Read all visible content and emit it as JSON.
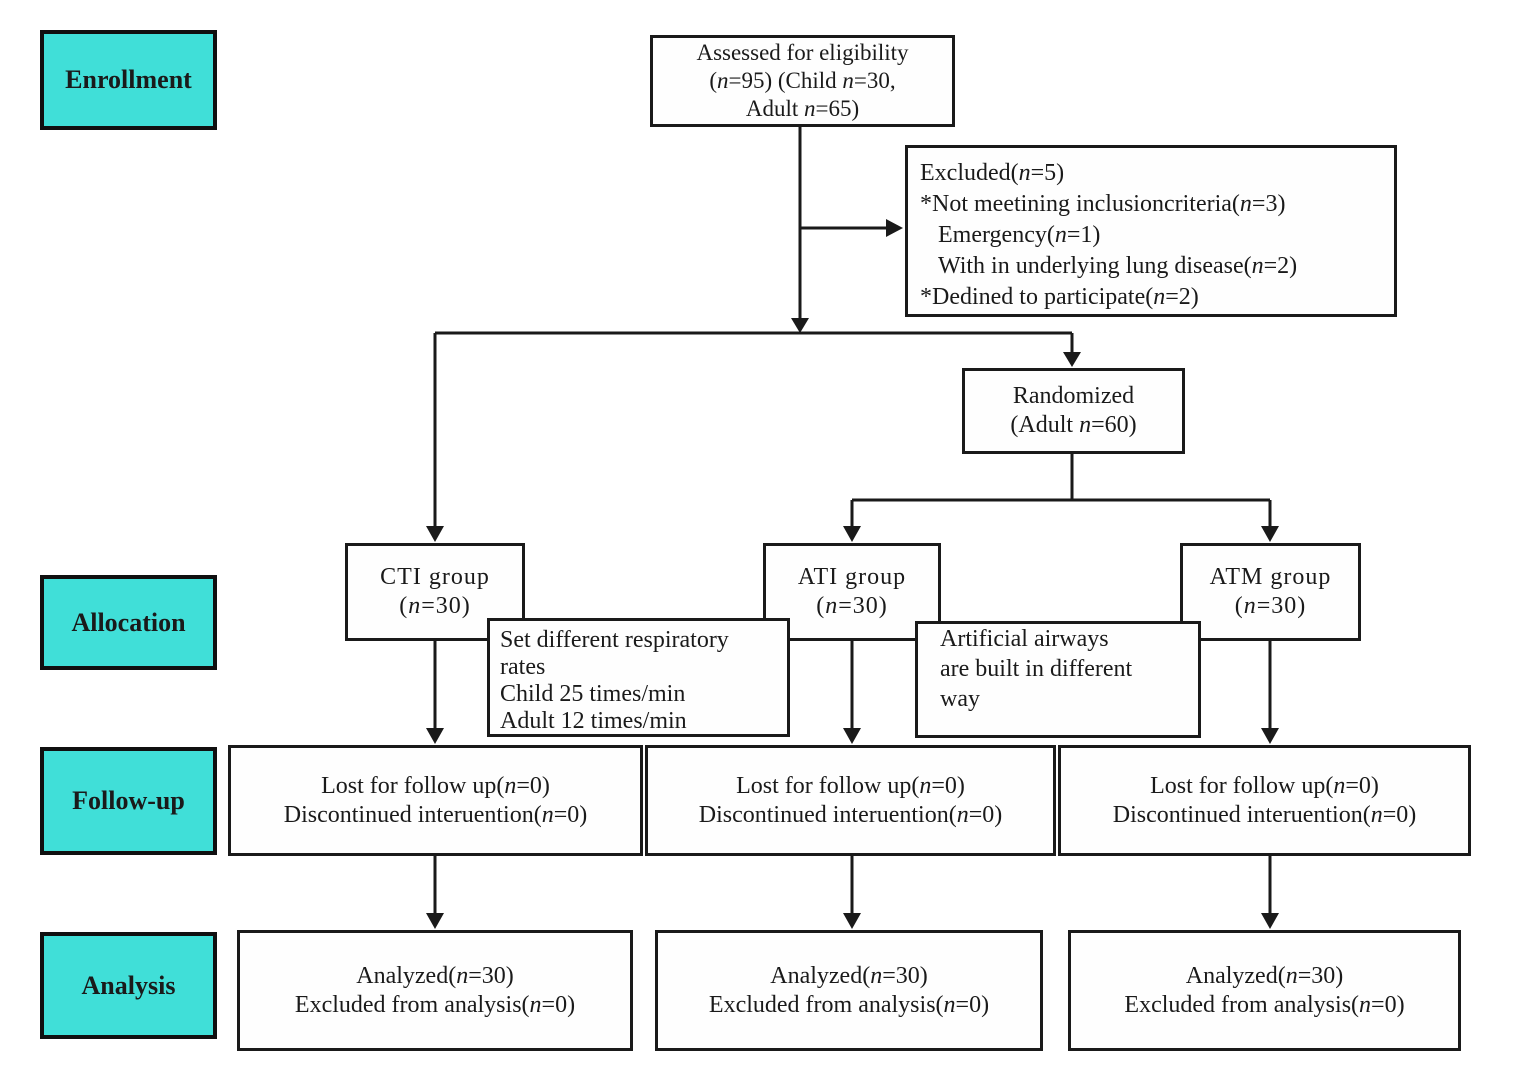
{
  "colors": {
    "stage_fill": "#40dfd8",
    "stage_border": "#101010",
    "line": "#1a1a1a",
    "box_border": "#1a1a1a",
    "box_bg": "#fefefe",
    "text": "#1a1a1a"
  },
  "stages": {
    "enrollment": "Enrollment",
    "allocation": "Allocation",
    "followup": "Follow-up",
    "analysis": "Analysis"
  },
  "boxes": {
    "assessed": {
      "lines": [
        "Assessed for eligibility",
        "(n=95) (Child n=30,",
        "Adult n=65)"
      ]
    },
    "excluded": {
      "lines": [
        "Excluded(n=5)",
        "*Not meetining inclusioncriteria(n=3)",
        "   Emergency(n=1)",
        "   With in underlying lung disease(n=2)",
        "*Dedined to participate(n=2)"
      ]
    },
    "randomized": {
      "lines": [
        "Randomized",
        "(Adult n=60)"
      ]
    },
    "cti_group": {
      "lines": [
        "CTI group",
        "(n=30)"
      ]
    },
    "ati_group": {
      "lines": [
        "ATI group",
        "(n=30)"
      ]
    },
    "atm_group": {
      "lines": [
        "ATM group",
        "(n=30)"
      ]
    },
    "respiratory_note": {
      "lines": [
        "Set different respiratory",
        "rates",
        "Child 25 times/min",
        "Adult 12 times/min"
      ]
    },
    "airway_note": {
      "lines": [
        "Artificial airways",
        "are built in different",
        "way"
      ]
    },
    "followup_box": {
      "lines": [
        "Lost for follow up(n=0)",
        "Discontinued interuention(n=0)"
      ]
    },
    "analysis_box": {
      "lines": [
        "Analyzed(n=30)",
        "Excluded from analysis(n=0)"
      ]
    }
  }
}
